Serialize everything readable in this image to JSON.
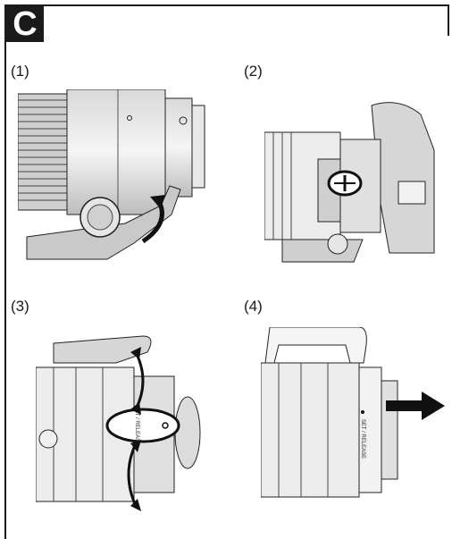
{
  "section": {
    "letter": "C"
  },
  "steps": [
    {
      "label": "(1)"
    },
    {
      "label": "(2)"
    },
    {
      "label": "(3)"
    },
    {
      "label": "(4)"
    }
  ],
  "figures": {
    "step3": {
      "lens_marking": "SET / RELEASE"
    },
    "step4": {
      "lens_marking": "SET / RELEASE"
    }
  }
}
